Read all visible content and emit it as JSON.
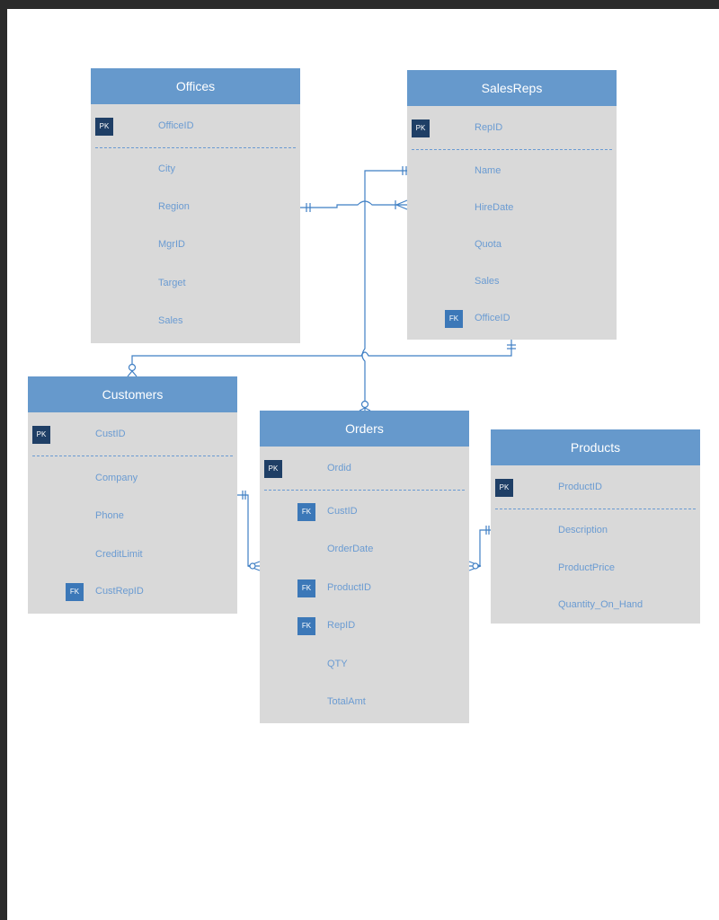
{
  "colors": {
    "header": "#6699cc",
    "body": "#d9d9d9",
    "text": "#6a9bd2",
    "pk": "#1f3f66",
    "fk": "#3c78b8",
    "line": "#3f7fc4"
  },
  "entities": {
    "offices": {
      "title": "Offices",
      "pk": "OfficeID",
      "fields": [
        "City",
        "Region",
        "MgrID",
        "Target",
        "Sales"
      ]
    },
    "salesreps": {
      "title": "SalesReps",
      "pk": "RepID",
      "fields": [
        "Name",
        "HireDate",
        "Quota",
        "Sales",
        "OfficeID"
      ]
    },
    "customers": {
      "title": "Customers",
      "pk": "CustID",
      "fields": [
        "Company",
        "Phone",
        "CreditLimit",
        "CustRepID"
      ]
    },
    "orders": {
      "title": "Orders",
      "pk": "Ordid",
      "fields": [
        "CustID",
        "OrderDate",
        "ProductID",
        "RepID",
        "QTY",
        "TotalAmt"
      ]
    },
    "products": {
      "title": "Products",
      "pk": "ProductID",
      "fields": [
        "Description",
        "ProductPrice",
        "Quantity_On_Hand"
      ]
    }
  },
  "badges": {
    "pk": "PK",
    "fk": "FK"
  }
}
